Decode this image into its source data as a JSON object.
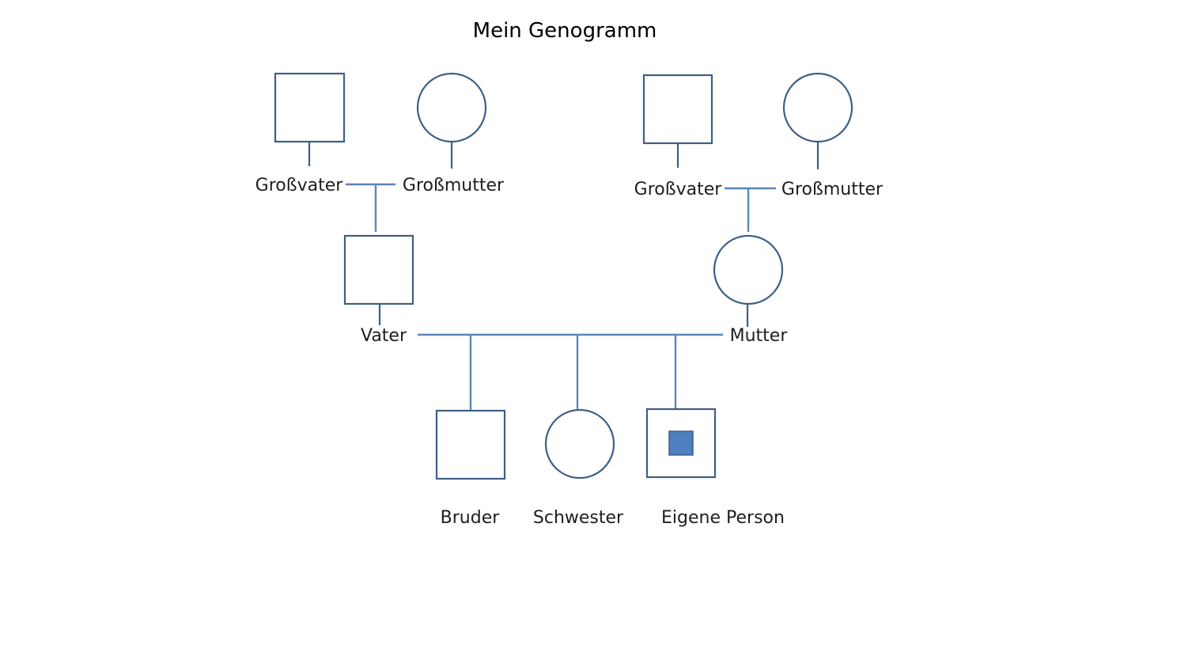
{
  "title": "Mein Genogramm",
  "colors": {
    "shape_stroke": "#3d5f85",
    "line": "#5b86b8",
    "self_marker": "#4f7fbf"
  },
  "people": {
    "paternal_grandfather": {
      "label": "Großvater",
      "symbol": "square"
    },
    "paternal_grandmother": {
      "label": "Großmutter",
      "symbol": "circle"
    },
    "maternal_grandfather": {
      "label": "Großvater",
      "symbol": "square"
    },
    "maternal_grandmother": {
      "label": "Großmutter",
      "symbol": "circle"
    },
    "father": {
      "label": "Vater",
      "symbol": "square"
    },
    "mother": {
      "label": "Mutter",
      "symbol": "circle"
    },
    "brother": {
      "label": "Bruder",
      "symbol": "square"
    },
    "sister": {
      "label": "Schwester",
      "symbol": "circle"
    },
    "self": {
      "label": "Eigene Person",
      "symbol": "square-marked"
    }
  }
}
